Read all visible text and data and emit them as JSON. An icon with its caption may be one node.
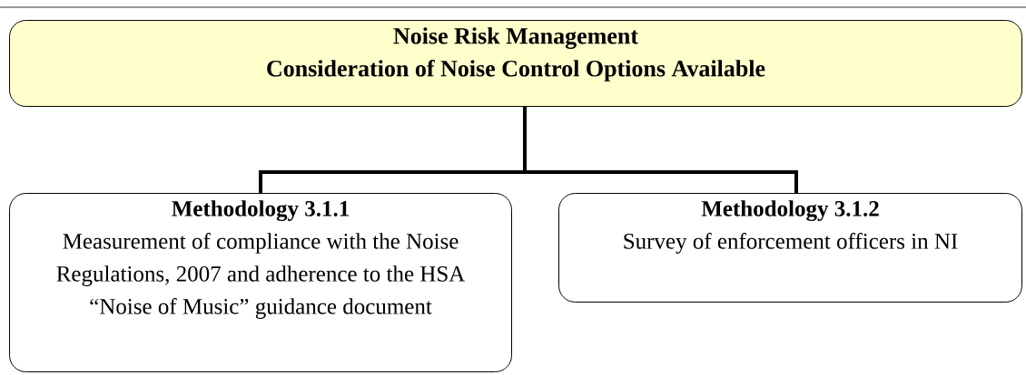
{
  "diagram": {
    "nodes": [
      {
        "text": [
          "Noise Risk Management",
          "Consideration of Noise Control Options Available"
        ]
      },
      {
        "text": [
          "Methodology 3.1.1",
          "Measurement of compliance with the Noise Regulations, 2007 and adherence to the HSA “Noise of Music” guidance document"
        ]
      },
      {
        "text": [
          "Methodology 3.1.2",
          "Survey of enforcement officers in NI"
        ]
      }
    ],
    "edges": [
      {
        "from": 0,
        "to": 1,
        "arrow": "none"
      },
      {
        "from": 0,
        "to": 2,
        "arrow": "none"
      }
    ]
  }
}
